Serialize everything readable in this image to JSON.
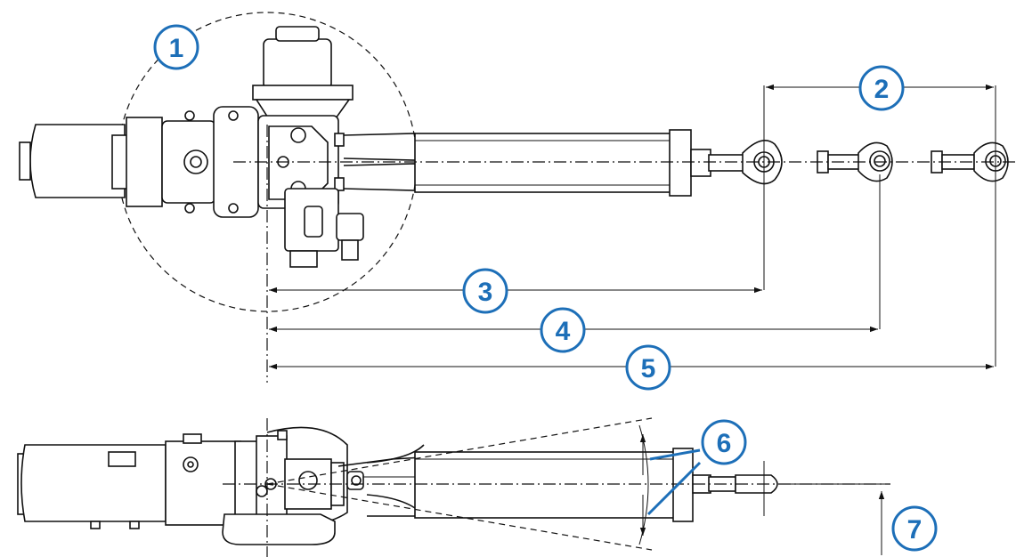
{
  "callouts": [
    {
      "label": "1"
    },
    {
      "label": "2"
    },
    {
      "label": "3"
    },
    {
      "label": "4"
    },
    {
      "label": "5"
    },
    {
      "label": "6"
    },
    {
      "label": "7"
    }
  ],
  "colors": {
    "callout": "#1d6fb8",
    "line": "#111111",
    "background": "#ffffff"
  }
}
